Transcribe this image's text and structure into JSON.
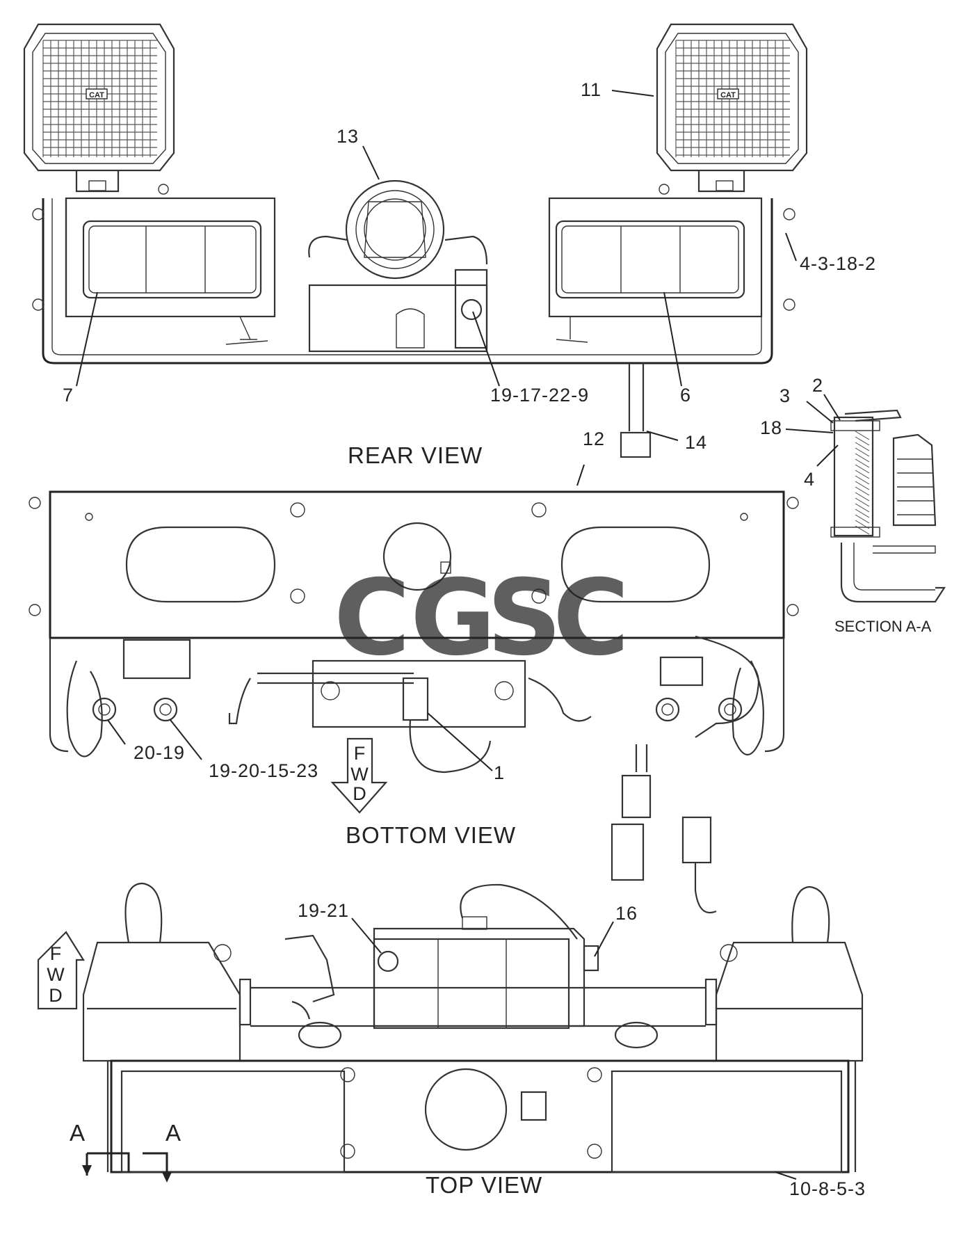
{
  "views": {
    "rear": "REAR VIEW",
    "bottom": "BOTTOM VIEW",
    "top": "TOP VIEW",
    "section": "SECTION A-A"
  },
  "labels": {
    "l11": "11",
    "l13": "13",
    "l4318": "4-3-18-2",
    "l7": "7",
    "l19172": "19-17-22-9",
    "l6": "6",
    "l12": "12",
    "l14": "14",
    "l2": "2",
    "l3": "3",
    "l18": "18",
    "l4": "4",
    "l2019": "20-19",
    "l192015": "19-20-15-23",
    "l1": "1",
    "l1921": "19-21",
    "l16": "16",
    "l1085": "10-8-5-3",
    "secA1": "A",
    "secA2": "A"
  },
  "fwd": {
    "bottom": [
      "F",
      "W",
      "D"
    ],
    "top": [
      "F",
      "W",
      "D"
    ]
  },
  "watermark": {
    "letters": [
      "C",
      "G",
      "S",
      "C"
    ],
    "colors": [
      "#4a86e8",
      "#e06666",
      "#f1c232",
      "#6aa84f"
    ]
  },
  "lamp_badge": "CAT"
}
